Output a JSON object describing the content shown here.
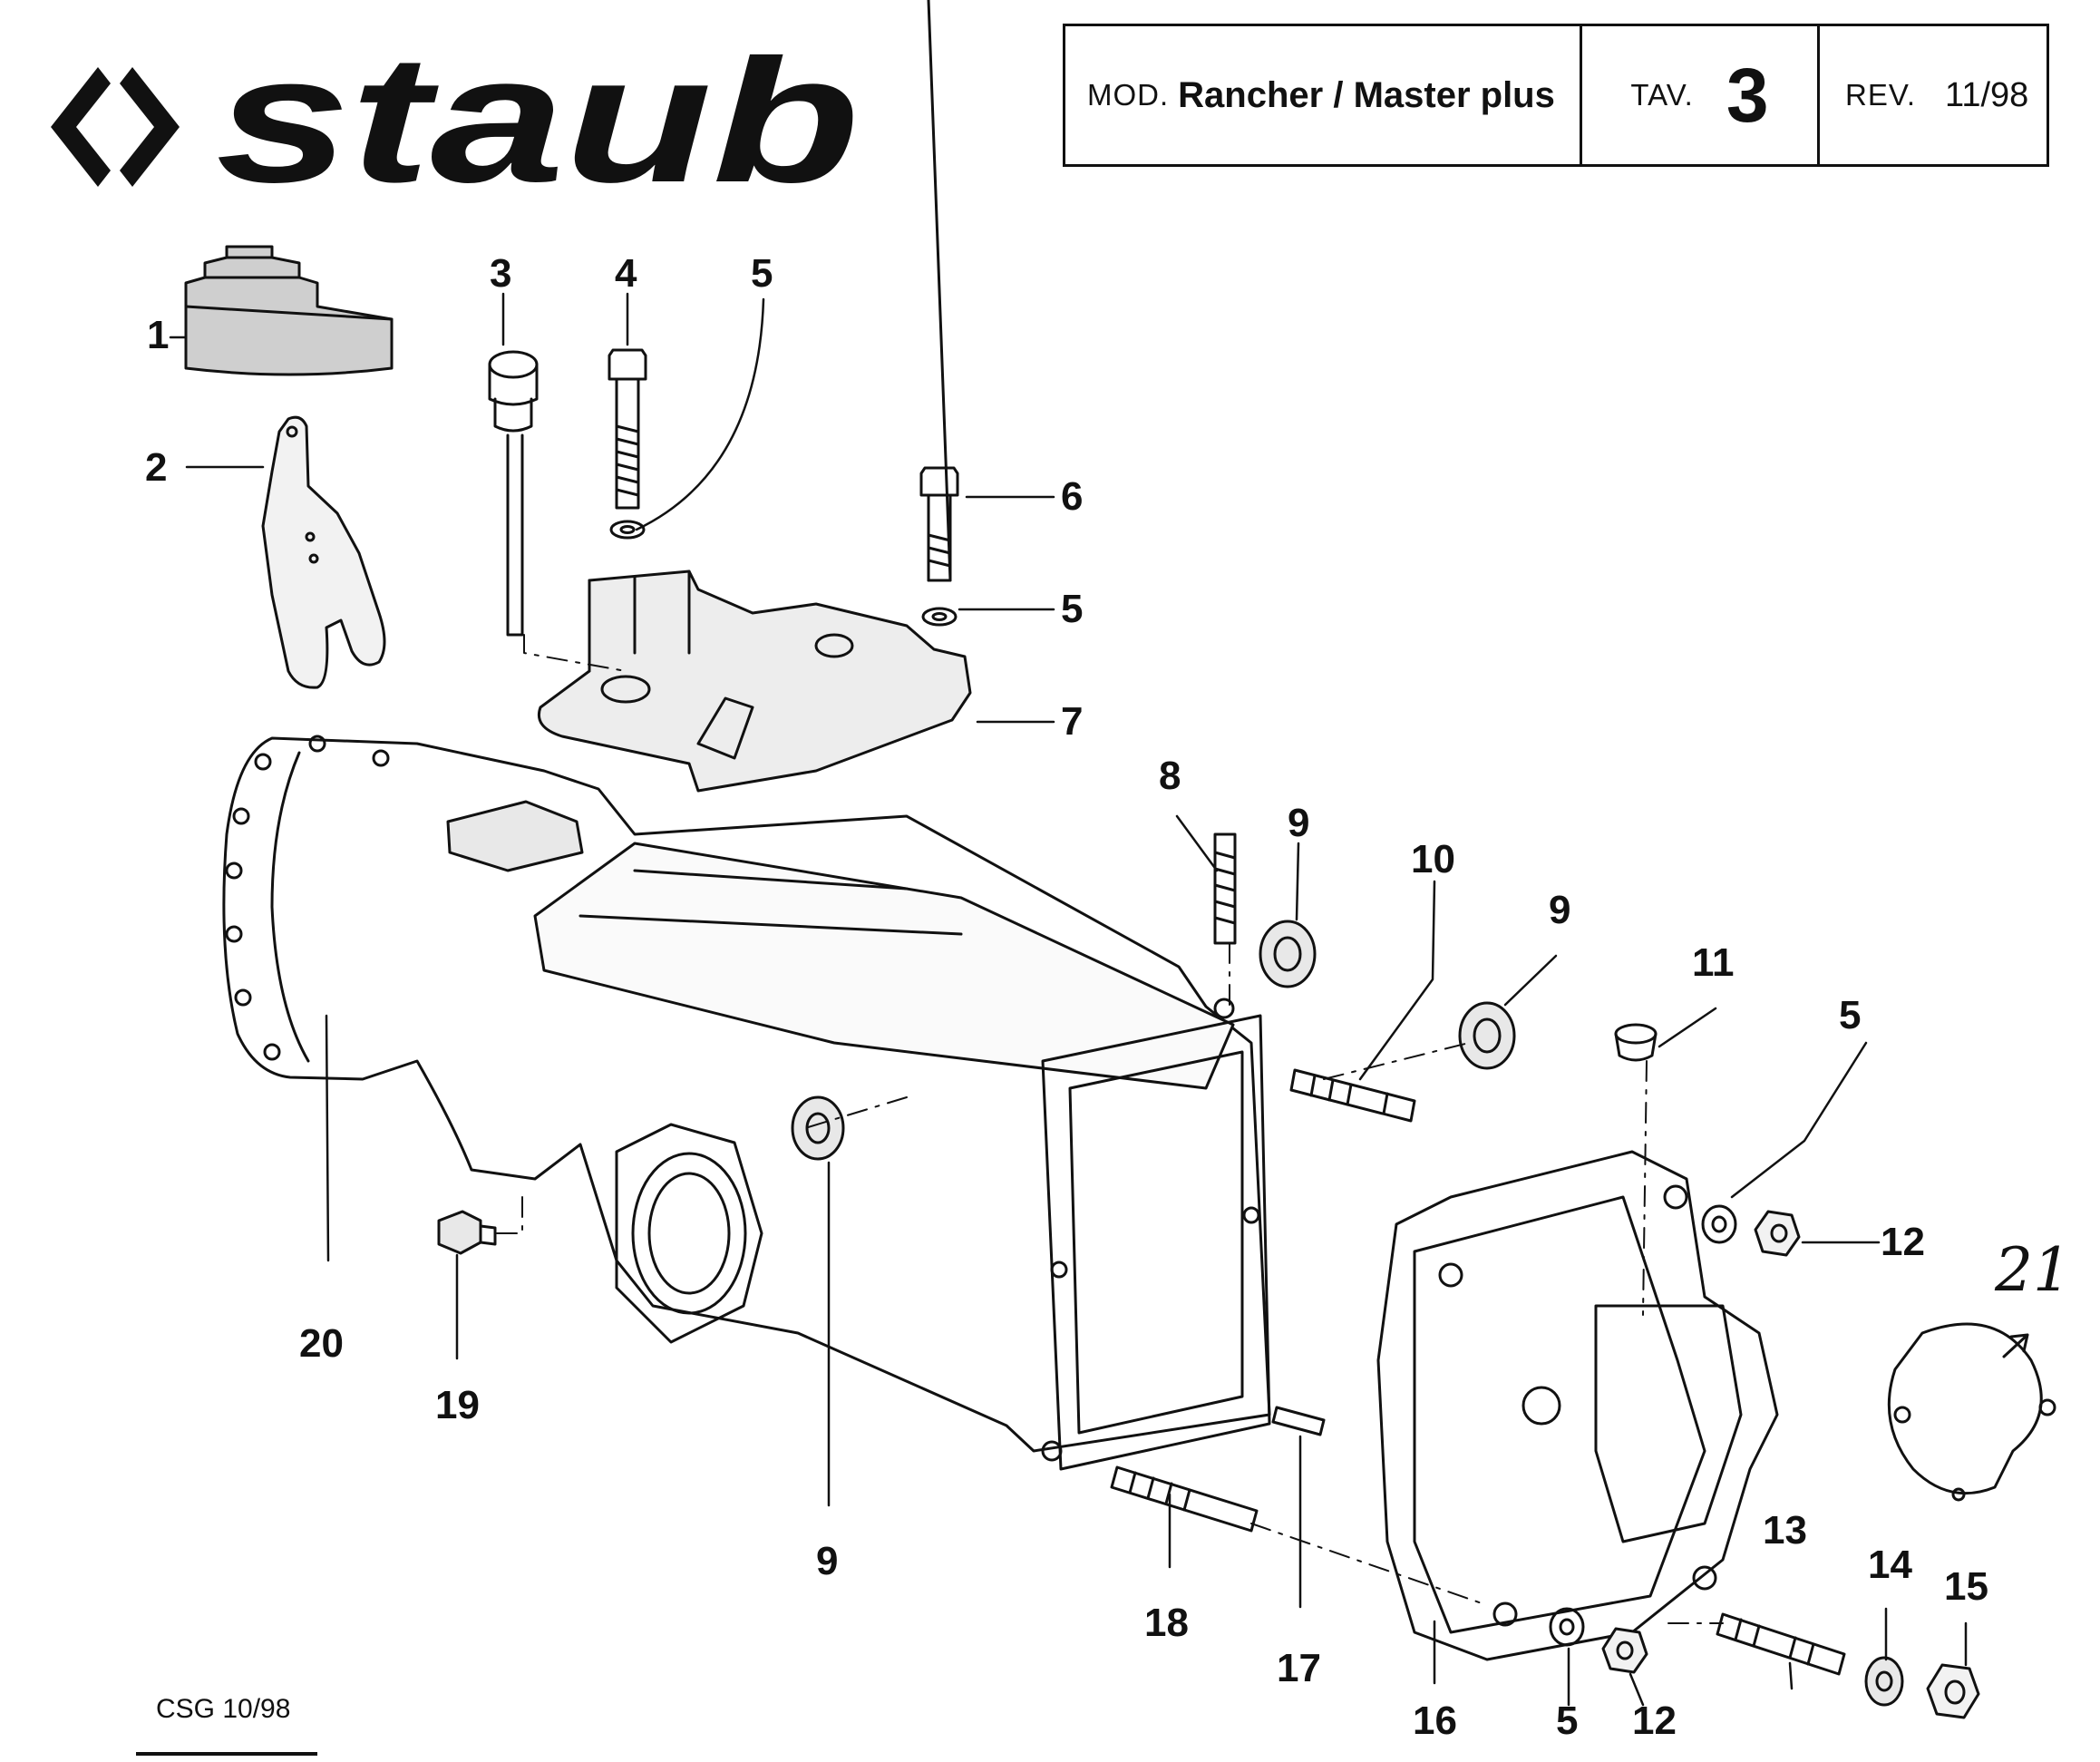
{
  "logo": {
    "text": "staub",
    "icon": "double-chevron-logo"
  },
  "header": {
    "mod_label": "MOD.",
    "model": "Rancher / Master plus",
    "tav_label": "TAV.",
    "tav_number": "3",
    "rev_label": "REV.",
    "rev_value": "11/98"
  },
  "parts": [
    {
      "id": "1",
      "label": "1"
    },
    {
      "id": "2",
      "label": "2"
    },
    {
      "id": "3",
      "label": "3"
    },
    {
      "id": "4",
      "label": "4"
    },
    {
      "id": "5a",
      "label": "5"
    },
    {
      "id": "6",
      "label": "6"
    },
    {
      "id": "5b",
      "label": "5"
    },
    {
      "id": "7",
      "label": "7"
    },
    {
      "id": "8",
      "label": "8"
    },
    {
      "id": "9a",
      "label": "9"
    },
    {
      "id": "10",
      "label": "10"
    },
    {
      "id": "9b",
      "label": "9"
    },
    {
      "id": "11",
      "label": "11"
    },
    {
      "id": "5c",
      "label": "5"
    },
    {
      "id": "12a",
      "label": "12"
    },
    {
      "id": "20",
      "label": "20"
    },
    {
      "id": "19",
      "label": "19"
    },
    {
      "id": "9c",
      "label": "9"
    },
    {
      "id": "18",
      "label": "18"
    },
    {
      "id": "17",
      "label": "17"
    },
    {
      "id": "16",
      "label": "16"
    },
    {
      "id": "5d",
      "label": "5"
    },
    {
      "id": "12b",
      "label": "12"
    },
    {
      "id": "13",
      "label": "13"
    },
    {
      "id": "14",
      "label": "14"
    },
    {
      "id": "15",
      "label": "15"
    }
  ],
  "handwritten_note": "21",
  "footer": {
    "code": "CSG 10/98"
  }
}
